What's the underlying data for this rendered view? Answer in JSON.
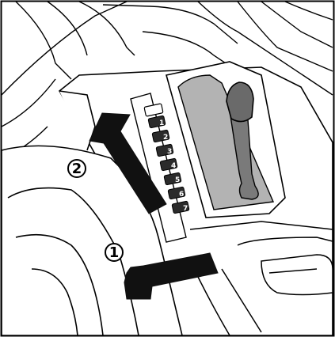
{
  "steps": [
    {
      "number": "1"
    },
    {
      "number": "2"
    }
  ],
  "gear_slots": [
    {
      "label": "1"
    },
    {
      "label": "2"
    },
    {
      "label": "3"
    },
    {
      "label": "4"
    },
    {
      "label": "5"
    },
    {
      "label": "6"
    },
    {
      "label": "7"
    }
  ],
  "colors": {
    "line": "#000000",
    "background": "#ffffff",
    "lever_slot": "#b3b3b3",
    "arrow": "#111111",
    "slot_fill": "#2b2b2b"
  }
}
